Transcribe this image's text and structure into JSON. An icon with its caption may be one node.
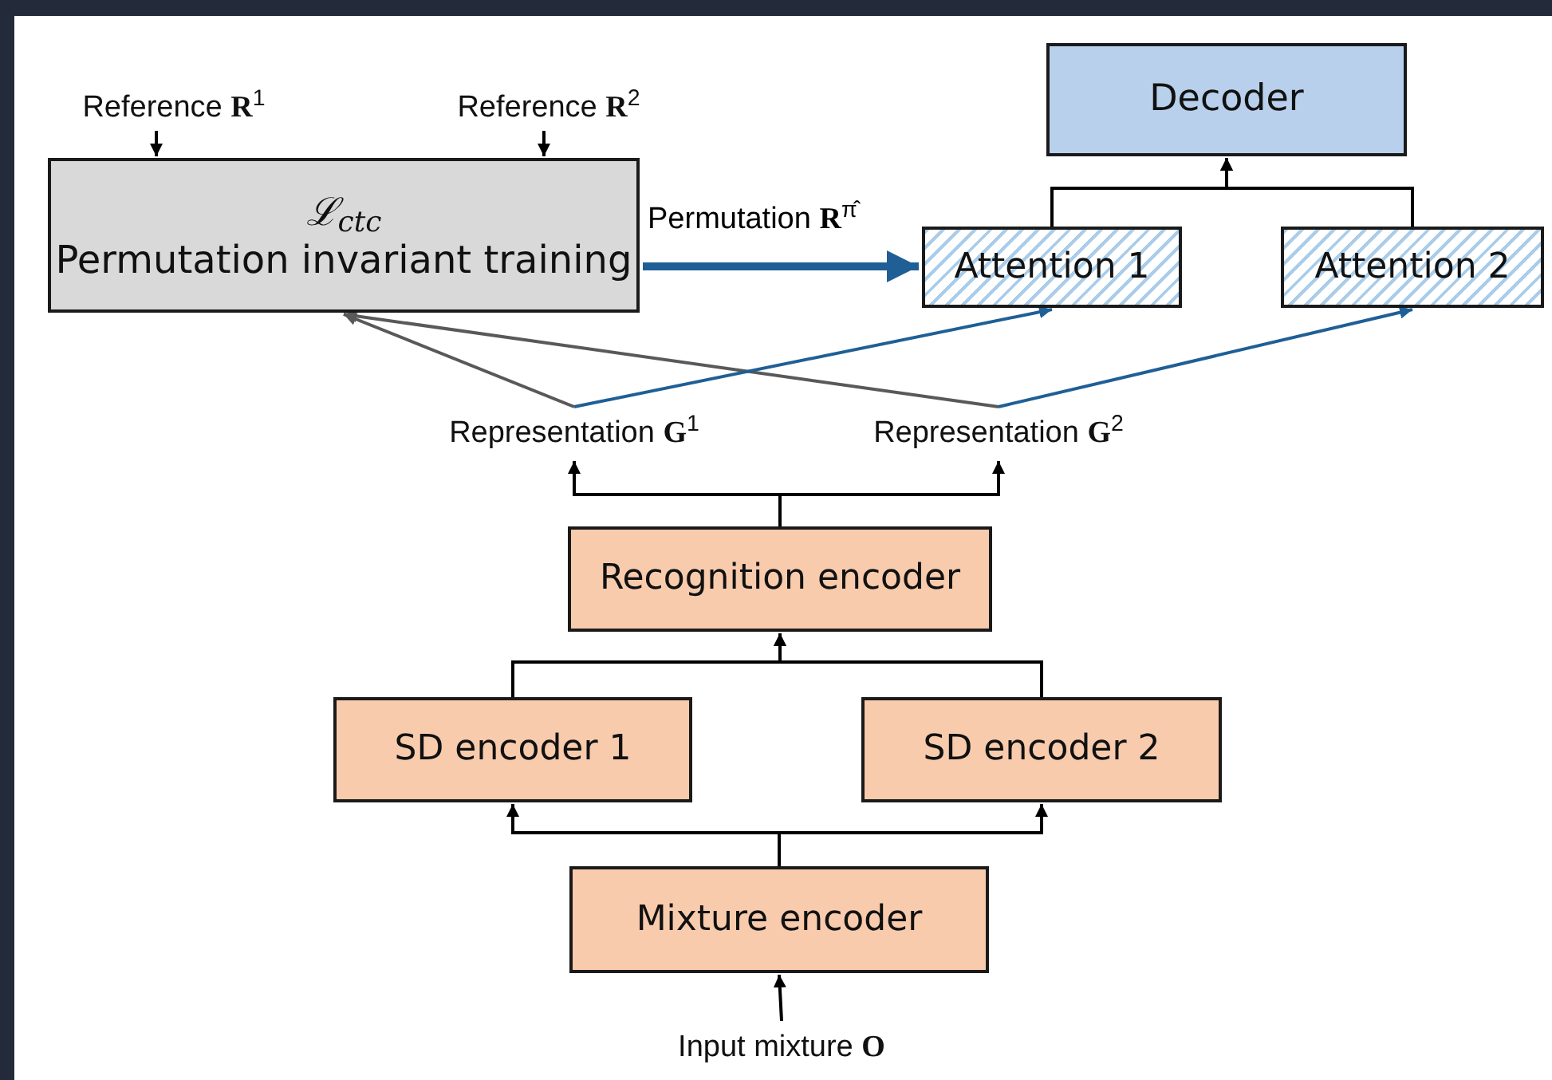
{
  "diagram": {
    "nodes": [
      {
        "text": [
          "Reference **R**$^{1}$"
        ]
      },
      {
        "text": [
          "Reference **R**$^{2}$"
        ]
      },
      {
        "text": [
          "ℒ$_{ctc}$",
          "Permutation invariant training"
        ]
      },
      {
        "text": [
          "Decoder"
        ]
      },
      {
        "text": [
          "Attention 1"
        ]
      },
      {
        "text": [
          "Attention 2"
        ]
      },
      {
        "text": [
          "Representation **G**$^{1}$"
        ]
      },
      {
        "text": [
          "Representation **G**$^{2}$"
        ]
      },
      {
        "text": [
          "Recognition encoder"
        ]
      },
      {
        "text": [
          "SD encoder 1"
        ]
      },
      {
        "text": [
          "SD encoder 2"
        ]
      },
      {
        "text": [
          "Mixture encoder"
        ]
      },
      {
        "text": [
          "Input mixture **O**"
        ]
      }
    ],
    "edges": [
      {
        "from": 0,
        "to": 2,
        "arrow": "to"
      },
      {
        "from": 1,
        "to": 2,
        "arrow": "to"
      },
      {
        "from": 2,
        "to": 4,
        "arrow": "to",
        "label": "Permutation **R**$^{π̂}$",
        "style": "thick",
        "color": "#1f5f96"
      },
      {
        "from": 4,
        "to": 3,
        "arrow": "to"
      },
      {
        "from": 5,
        "to": 3,
        "arrow": "to"
      },
      {
        "from": 6,
        "to": 2,
        "arrow": "to",
        "color": "#595959"
      },
      {
        "from": 7,
        "to": 2,
        "arrow": "to",
        "color": "#595959"
      },
      {
        "from": 6,
        "to": 4,
        "arrow": "to",
        "color": "#1f5f96"
      },
      {
        "from": 7,
        "to": 5,
        "arrow": "to",
        "color": "#1f5f96"
      },
      {
        "from": 8,
        "to": 6,
        "arrow": "to"
      },
      {
        "from": 8,
        "to": 7,
        "arrow": "to"
      },
      {
        "from": 9,
        "to": 8,
        "arrow": "to"
      },
      {
        "from": 10,
        "to": 8,
        "arrow": "to"
      },
      {
        "from": 11,
        "to": 9,
        "arrow": "to"
      },
      {
        "from": 11,
        "to": 10,
        "arrow": "to"
      },
      {
        "from": 12,
        "to": 11,
        "arrow": "to"
      }
    ]
  }
}
